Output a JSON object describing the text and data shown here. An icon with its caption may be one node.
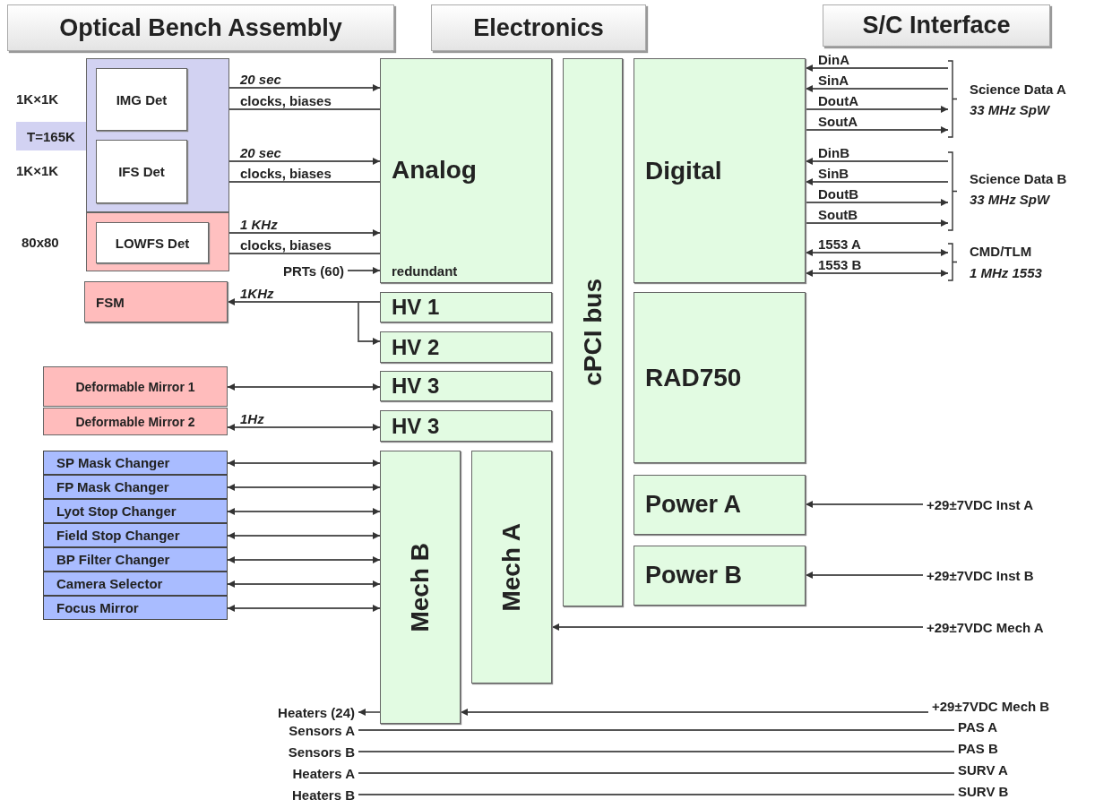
{
  "diagram": {
    "nodes": [
      {
        "text": [
          "Optical Bench Assembly"
        ]
      },
      {
        "text": [
          "Electronics"
        ]
      },
      {
        "text": [
          "S/C Interface"
        ]
      },
      {
        "text": [],
        "shape": "box"
      },
      {
        "text": [
          "IMG Det"
        ],
        "in": 3
      },
      {
        "text": [
          "IFS Det"
        ],
        "in": 3
      },
      {
        "text": [
          "T=165K"
        ]
      },
      {
        "text": [],
        "shape": "box"
      },
      {
        "text": [
          "LOWFS Det"
        ],
        "in": 7
      },
      {
        "text": [
          "Analog",
          "redundant"
        ]
      },
      {
        "text": [
          "cPCI bus"
        ]
      },
      {
        "text": [
          "Digital"
        ]
      },
      {
        "text": [
          "PRTs (60)"
        ]
      },
      {
        "text": [
          "FSM"
        ]
      },
      {
        "text": [
          "HV 1"
        ]
      },
      {
        "text": [
          "HV 2"
        ]
      },
      {
        "text": [
          "RAD750"
        ]
      },
      {
        "text": [
          "Deformable Mirror 1"
        ]
      },
      {
        "text": [
          "HV 3"
        ]
      },
      {
        "text": [
          "Deformable Mirror 2"
        ]
      },
      {
        "text": [
          "HV 3"
        ]
      },
      {
        "text": [
          "SP Mask Changer"
        ]
      },
      {
        "text": [
          "FP Mask Changer"
        ]
      },
      {
        "text": [
          "Lyot Stop Changer"
        ]
      },
      {
        "text": [
          "Field Stop Changer"
        ]
      },
      {
        "text": [
          "BP Filter Changer"
        ]
      },
      {
        "text": [
          "Camera Selector"
        ]
      },
      {
        "text": [
          "Focus Mirror"
        ]
      },
      {
        "text": [
          "Mech B"
        ]
      },
      {
        "text": [
          "Mech A"
        ]
      },
      {
        "text": [
          "Power A"
        ]
      },
      {
        "text": [
          "Power B"
        ]
      },
      {
        "text": [
          "+29±7VDC Inst A"
        ]
      },
      {
        "text": [
          "+29±7VDC Inst B"
        ]
      },
      {
        "text": [
          "+29±7VDC Mech A"
        ]
      },
      {
        "text": [
          "Heaters (24)"
        ]
      },
      {
        "text": [
          "+29±7VDC Mech B"
        ]
      },
      {
        "text": [
          "Sensors A"
        ]
      },
      {
        "text": [
          "PAS A"
        ]
      },
      {
        "text": [
          "Sensors B"
        ]
      },
      {
        "text": [
          "PAS B"
        ]
      },
      {
        "text": [
          "Heaters A"
        ]
      },
      {
        "text": [
          "SURV A"
        ]
      },
      {
        "text": [
          "Heaters B"
        ]
      },
      {
        "text": [
          "SURV B"
        ]
      }
    ],
    "edges": [
      {
        "from": 4,
        "to": 9,
        "arrow": "to",
        "label": "20 sec"
      },
      {
        "from": 9,
        "to": 4,
        "arrow": "to",
        "label": "clocks, biases"
      },
      {
        "from": 5,
        "to": 9,
        "arrow": "to",
        "label": "20 sec"
      },
      {
        "from": 9,
        "to": 5,
        "arrow": "to",
        "label": "clocks, biases"
      },
      {
        "from": 8,
        "to": 9,
        "arrow": "to",
        "label": "1 KHz"
      },
      {
        "from": 9,
        "to": 8,
        "arrow": "to",
        "label": "clocks, biases"
      },
      {
        "from": 12,
        "to": 9,
        "arrow": "to"
      },
      {
        "from": null,
        "to": 11,
        "arrow": "to",
        "label": "DinA"
      },
      {
        "from": null,
        "to": 11,
        "arrow": "to",
        "label": "SinA"
      },
      {
        "from": 11,
        "to": null,
        "arrow": "to",
        "label": "DoutA"
      },
      {
        "from": 11,
        "to": null,
        "arrow": "to",
        "label": "SoutA"
      },
      {
        "from": null,
        "to": 11,
        "arrow": "to",
        "label": "DinB"
      },
      {
        "from": null,
        "to": 11,
        "arrow": "to",
        "label": "SinB"
      },
      {
        "from": 11,
        "to": null,
        "arrow": "to",
        "label": "DoutB"
      },
      {
        "from": 11,
        "to": null,
        "arrow": "to",
        "label": "SoutB"
      },
      {
        "from": 11,
        "to": null,
        "arrow": "both",
        "label": "1553 A"
      },
      {
        "from": 11,
        "to": null,
        "arrow": "both",
        "label": "1553 B"
      },
      {
        "from": 14,
        "to": 13,
        "arrow": "to",
        "label": "1KHz"
      },
      {
        "from": 14,
        "to": 15,
        "arrow": "to"
      },
      {
        "from": 17,
        "to": 18,
        "arrow": "both"
      },
      {
        "from": 19,
        "to": 20,
        "arrow": "both",
        "label": "1Hz"
      },
      {
        "from": 21,
        "to": 28,
        "arrow": "both"
      },
      {
        "from": 22,
        "to": 28,
        "arrow": "both"
      },
      {
        "from": 23,
        "to": 28,
        "arrow": "both"
      },
      {
        "from": 24,
        "to": 28,
        "arrow": "both"
      },
      {
        "from": 25,
        "to": 28,
        "arrow": "both"
      },
      {
        "from": 26,
        "to": 28,
        "arrow": "both"
      },
      {
        "from": 27,
        "to": 28,
        "arrow": "both"
      },
      {
        "from": 32,
        "to": 30,
        "arrow": "to"
      },
      {
        "from": 33,
        "to": 31,
        "arrow": "to"
      },
      {
        "from": 34,
        "to": 29,
        "arrow": "to"
      },
      {
        "from": 36,
        "to": 28,
        "arrow": "to"
      },
      {
        "from": 28,
        "to": 35,
        "arrow": "to"
      },
      {
        "from": 37,
        "to": 38,
        "arrow": "none"
      },
      {
        "from": 39,
        "to": 40,
        "arrow": "none"
      },
      {
        "from": 41,
        "to": 42,
        "arrow": "none"
      },
      {
        "from": 43,
        "to": 44,
        "arrow": "none"
      }
    ],
    "labels": [
      "1K×1K",
      "1K×1K",
      "80x80",
      "Science Data A",
      "33 MHz SpW",
      "Science Data B",
      "33 MHz SpW",
      "CMD/TLM",
      "1 MHz 1553"
    ]
  }
}
